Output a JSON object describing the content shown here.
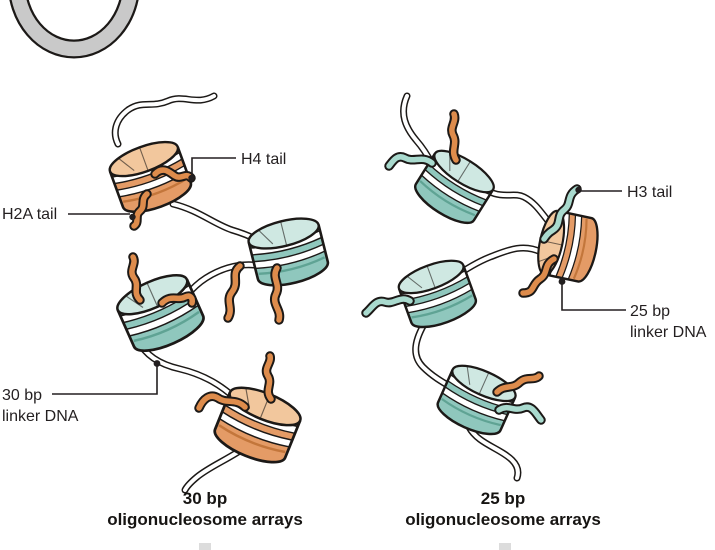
{
  "figure": {
    "left_panel": {
      "h2a_tail_label": "H2A tail",
      "h4_tail_label": "H4 tail",
      "linker_label_line1": "30 bp",
      "linker_label_line2": "linker DNA",
      "caption_line1": "30 bp",
      "caption_line2": "oligonucleosome arrays"
    },
    "right_panel": {
      "h3_tail_label": "H3 tail",
      "linker_label_line1": "25 bp",
      "linker_label_line2": "linker DNA",
      "caption_line1": "25 bp",
      "caption_line2": "oligonucleosome arrays"
    },
    "colors": {
      "orange_core": "#E49B66",
      "orange_top": "#F2C79D",
      "orange_tail": "#DE8C4C",
      "teal_core": "#8FC7BD",
      "teal_top": "#CFE8E2",
      "teal_tail": "#A9DACE",
      "dna_outline": "#1C1917",
      "label_text": "#231F20",
      "gray_structure": "#C9C9C9"
    }
  }
}
